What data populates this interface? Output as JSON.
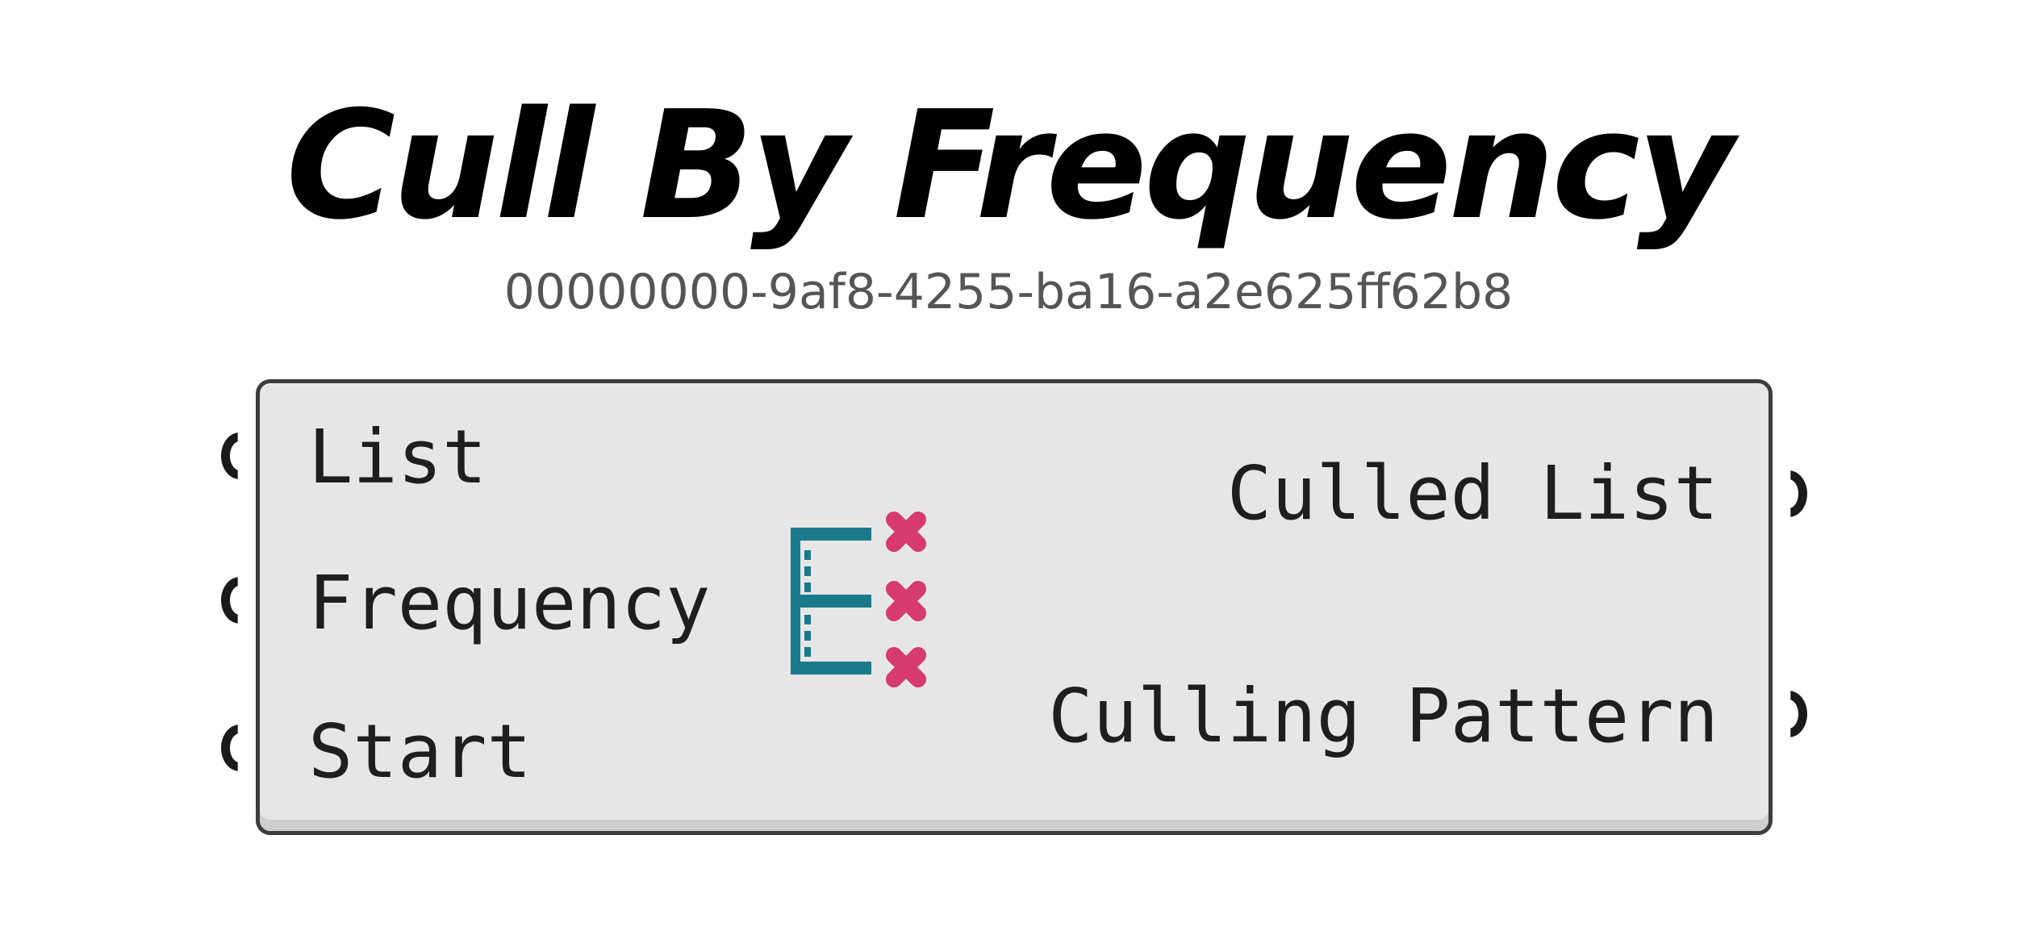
{
  "component": {
    "title": "Cull By Frequency",
    "guid": "00000000-9af8-4255-ba16-a2e625ff62b8",
    "inputs": [
      {
        "label": "List"
      },
      {
        "label": "Frequency"
      },
      {
        "label": "Start"
      }
    ],
    "outputs": [
      {
        "label": "Culled List"
      },
      {
        "label": "Culling Pattern"
      }
    ],
    "icon": "cull-frequency-icon",
    "colors": {
      "body": "#e6e6e6",
      "border": "#3c3c3c",
      "icon_list": "#1a7a8c",
      "icon_cross": "#d63a6e"
    }
  }
}
